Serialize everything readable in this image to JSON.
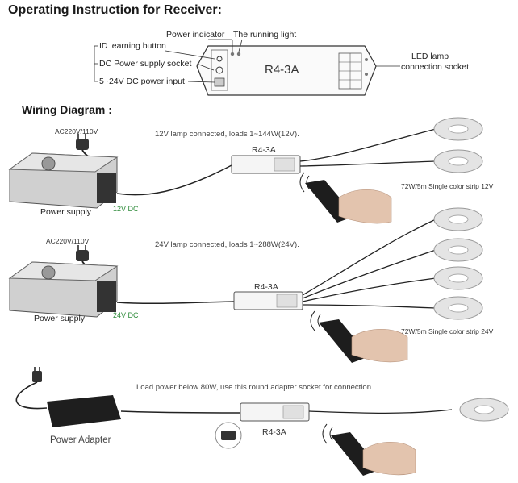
{
  "header": {
    "title": "Operating Instruction for Receiver:"
  },
  "receiver": {
    "model": "R4-3A",
    "callouts": {
      "power_indicator": "Power indicator",
      "running_light": "The running light",
      "id_button": "ID learning button",
      "dc_socket": "DC Power supply socket",
      "dc_input": "5~24V DC power input",
      "led_socket_1": "LED lamp",
      "led_socket_2": "connection socket"
    }
  },
  "wiring": {
    "title": "Wiring Diagram :",
    "d1": {
      "ac": "AC220V/110V",
      "psu": "Power supply",
      "dc": "12V DC",
      "note": "12V lamp connected, loads 1~144W(12V).",
      "model": "R4-3A",
      "strip": "72W/5m   Single color strip  12V"
    },
    "d2": {
      "ac": "AC220V/110V",
      "psu": "Power supply",
      "dc": "24V DC",
      "note": "24V lamp connected, loads 1~288W(24V).",
      "model": "R4-3A",
      "strip": "72W/5m   Single color strip  24V"
    },
    "d3": {
      "adapter": "Power Adapter",
      "note": "Load power below 80W, use this round adapter socket for connection",
      "model": "R4-3A"
    }
  },
  "colors": {
    "line": "#222222",
    "device": "#f2f2f2",
    "strip": "#d9d9d9",
    "accent_green": "#2e8b3a"
  }
}
